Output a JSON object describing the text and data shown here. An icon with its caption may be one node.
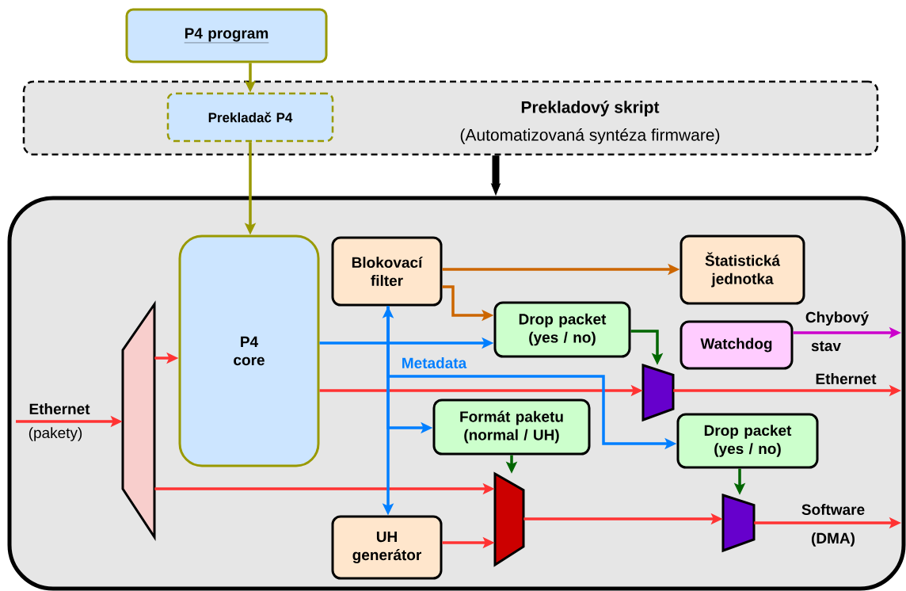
{
  "diagram": {
    "nodes": [
      {
        "text": [
          "P4 program"
        ]
      },
      {
        "text": [
          "Prekladový skript",
          "(Automatizovaná syntéza firmware)"
        ]
      },
      {
        "text": [
          "Prekladač P4"
        ],
        "in": 1
      },
      {
        "text": [],
        "shape": "box"
      },
      {
        "text": [],
        "shape": "trapezoid",
        "in": 3
      },
      {
        "text": [
          "P4 core"
        ],
        "in": 3
      },
      {
        "text": [
          "Blokovací filter"
        ],
        "in": 3
      },
      {
        "text": [
          "Štatistická jednotka"
        ],
        "in": 3
      },
      {
        "text": [
          "Drop packet (yes / no)"
        ],
        "in": 3
      },
      {
        "text": [
          "Watchdog"
        ],
        "in": 3
      },
      {
        "text": [
          "Formát paketu (normal / UH)"
        ],
        "in": 3
      },
      {
        "text": [
          "Drop packet (yes / no)"
        ],
        "in": 3
      },
      {
        "text": [
          "UH generátor"
        ],
        "in": 3
      },
      {
        "text": [],
        "shape": "trapezoid",
        "in": 3
      },
      {
        "text": [],
        "shape": "trapezoid",
        "in": 3
      },
      {
        "text": [],
        "shape": "trapezoid",
        "in": 3
      }
    ],
    "edges": [
      {
        "from": 0,
        "to": 2,
        "arrow": "to",
        "color": "#999900"
      },
      {
        "from": 2,
        "to": 5,
        "arrow": "to",
        "color": "#999900"
      },
      {
        "from": 1,
        "to": 3,
        "arrow": "to",
        "style": "thick",
        "color": "#000000"
      },
      {
        "from": null,
        "to": 4,
        "arrow": "to"
      },
      {
        "from": 4,
        "to": 5,
        "arrow": "to"
      },
      {
        "from": 4,
        "to": 14,
        "arrow": "to"
      },
      {
        "from": 5,
        "to": 13,
        "arrow": "to"
      },
      {
        "from": 5,
        "to": 8,
        "arrow": "to",
        "color": "#007fff"
      },
      {
        "from": 6,
        "to": 12,
        "arrow": "both",
        "color": "#007fff"
      },
      {
        "from": 6,
        "to": 10,
        "arrow": "to",
        "color": "#007fff"
      },
      {
        "from": 6,
        "to": 11,
        "arrow": "to",
        "color": "#007fff"
      },
      {
        "from": 6,
        "to": 7,
        "arrow": "to",
        "color": "#cc6600"
      },
      {
        "from": 6,
        "to": 8,
        "arrow": "to",
        "color": "#cc6600"
      },
      {
        "from": 8,
        "to": 13,
        "arrow": "to",
        "color": "#006600"
      },
      {
        "from": 10,
        "to": 14,
        "arrow": "to",
        "color": "#006600"
      },
      {
        "from": 11,
        "to": 15,
        "arrow": "to",
        "color": "#006600"
      },
      {
        "from": 12,
        "to": 14,
        "arrow": "to"
      },
      {
        "from": 14,
        "to": 15,
        "arrow": "to"
      },
      {
        "from": 13,
        "to": null,
        "arrow": "to"
      },
      {
        "from": 15,
        "to": null,
        "arrow": "to"
      },
      {
        "from": 9,
        "to": null,
        "arrow": "to",
        "color": "#cc00cc"
      }
    ],
    "labels": [
      "Ethernet",
      "(pakety)",
      "Metadata",
      "Chybový",
      "stav",
      "Ethernet",
      "Software",
      "(DMA)"
    ]
  }
}
